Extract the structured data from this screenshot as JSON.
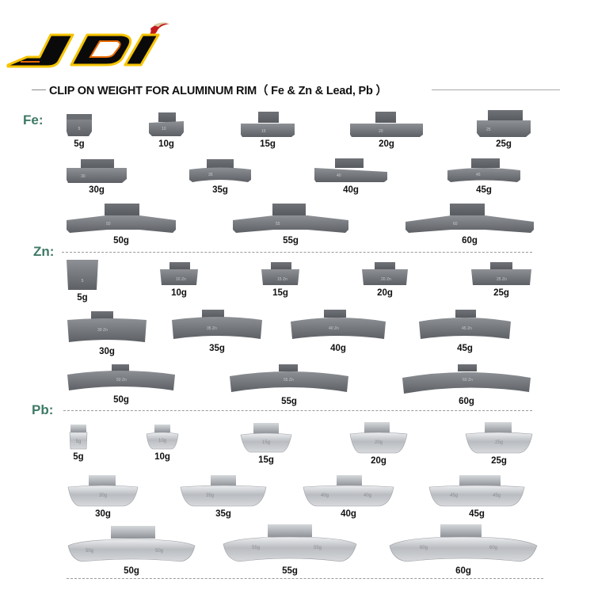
{
  "brand": {
    "logo_text": "JDI",
    "colors": {
      "fill": "#0a0a0a",
      "outline": "#f5c400",
      "accent": "#e86a00",
      "swoosh": "#c41c1c"
    }
  },
  "header": {
    "title": "CLIP ON WEIGHT FOR ALUMINUM RIM（ Fe & Zn  &  Lead, Pb ）"
  },
  "colors": {
    "section_label": "#3f7a64",
    "steel_zinc_fill": "#7a7d82",
    "lead_fill": "#c9cbce",
    "divider": "#9a9a9a"
  },
  "sections": [
    {
      "id": "fe",
      "label": "Fe:",
      "items": [
        {
          "label": "5g"
        },
        {
          "label": "10g"
        },
        {
          "label": "15g"
        },
        {
          "label": "20g"
        },
        {
          "label": "25g"
        },
        {
          "label": "30g"
        },
        {
          "label": "35g"
        },
        {
          "label": "40g"
        },
        {
          "label": "45g"
        },
        {
          "label": "50g"
        },
        {
          "label": "55g"
        },
        {
          "label": "60g"
        }
      ]
    },
    {
      "id": "zn",
      "label": "Zn:",
      "items": [
        {
          "label": "5g"
        },
        {
          "label": "10g"
        },
        {
          "label": "15g"
        },
        {
          "label": "20g"
        },
        {
          "label": "25g"
        },
        {
          "label": "30g"
        },
        {
          "label": "35g"
        },
        {
          "label": "40g"
        },
        {
          "label": "45g"
        },
        {
          "label": "50g"
        },
        {
          "label": "55g"
        },
        {
          "label": "60g"
        }
      ]
    },
    {
      "id": "pb",
      "label": "Pb:",
      "items": [
        {
          "label": "5g"
        },
        {
          "label": "10g"
        },
        {
          "label": "15g"
        },
        {
          "label": "20g"
        },
        {
          "label": "25g"
        },
        {
          "label": "30g"
        },
        {
          "label": "35g"
        },
        {
          "label": "40g"
        },
        {
          "label": "45g"
        },
        {
          "label": "50g"
        },
        {
          "label": "55g"
        },
        {
          "label": "60g"
        }
      ]
    }
  ]
}
